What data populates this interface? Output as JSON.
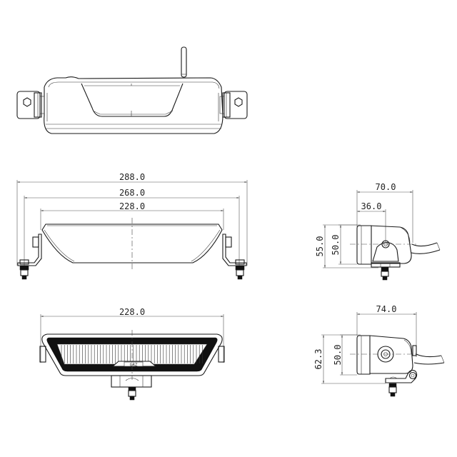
{
  "drawing": {
    "views": {
      "top_view": {
        "name": "Top view with mounting brackets and cable"
      },
      "front_view": {
        "dimensions": {
          "overall_width": "288.0",
          "bracket_span": "268.0",
          "body_width": "228.0"
        }
      },
      "side_view_1": {
        "dimensions": {
          "depth": "70.0",
          "pivot_offset": "36.0",
          "overall_height": "55.0",
          "body_height": "50.0"
        }
      },
      "lens_view": {
        "dimensions": {
          "body_width": "228.0"
        },
        "logo_text": "GRZ"
      },
      "side_view_2": {
        "dimensions": {
          "depth": "74.0",
          "overall_height": "62.3",
          "body_height": "50.0"
        }
      }
    }
  }
}
